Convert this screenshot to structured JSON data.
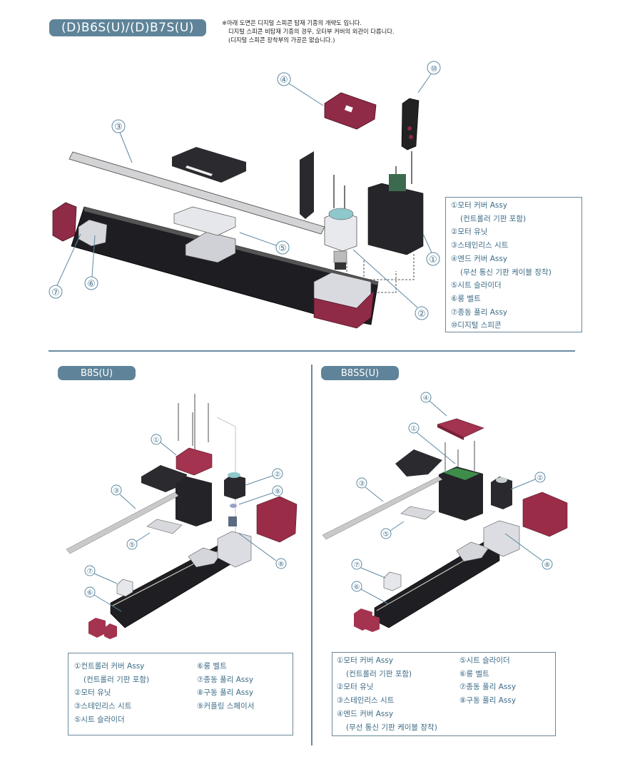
{
  "header": {
    "model_title": "(D)B6S(U)/(D)B7S(U)",
    "note_lines": [
      "※아래 도면은 디지털 스피콘 탑재 기종의 개략도 입니다.",
      "디지털 스피콘 비탑재 기종의 경우, 모터부 커버의 외관이 다릅니다.",
      "(디지털 스피콘 장착부의 가공은 없습니다.)"
    ]
  },
  "top_section": {
    "title": "(D)B6S(U)/(D)B7S(U)",
    "callouts": [
      "④",
      "⑩",
      "③",
      "⑤",
      "①",
      "②",
      "⑦",
      "⑥"
    ],
    "legend": [
      {
        "num": "①",
        "label": "모터 커버 Assy"
      },
      {
        "num": "",
        "label": "(컨트롤러 기판 포함)",
        "sub": true
      },
      {
        "num": "②",
        "label": "모터 유닛"
      },
      {
        "num": "③",
        "label": "스테인리스 시트"
      },
      {
        "num": "④",
        "label": "엔드 커버 Assy"
      },
      {
        "num": "",
        "label": "(무선 통신 기판 케이블 장착)",
        "sub": true
      },
      {
        "num": "⑤",
        "label": "시트 슬라이더"
      },
      {
        "num": "⑥",
        "label": "룽 벨트"
      },
      {
        "num": "⑦",
        "label": "종동 풀리 Assy"
      },
      {
        "num": "⑩",
        "label": "디지털 스피콘"
      }
    ]
  },
  "left_section": {
    "title": "B8S(U)",
    "callouts": [
      "①",
      "②",
      "③",
      "⑨",
      "⑤",
      "⑧",
      "⑦",
      "⑥"
    ],
    "legend_col1": [
      {
        "num": "①",
        "label": "컨트롤러 커버 Assy"
      },
      {
        "num": "",
        "label": "(컨트롤러 기판 포함)",
        "sub": true
      },
      {
        "num": "②",
        "label": "모터 유닛"
      },
      {
        "num": "③",
        "label": "스테인리스 시트"
      },
      {
        "num": "⑤",
        "label": "시트 슬라이더"
      }
    ],
    "legend_col2": [
      {
        "num": "⑥",
        "label": "룽 벨트"
      },
      {
        "num": "⑦",
        "label": "종동 풀리 Assy"
      },
      {
        "num": "⑧",
        "label": "구동 풀리 Assy"
      },
      {
        "num": "⑨",
        "label": "커플링 스페이서"
      }
    ]
  },
  "right_section": {
    "title": "B8SS(U)",
    "callouts": [
      "④",
      "①",
      "②",
      "③",
      "⑤",
      "⑧",
      "⑦",
      "⑥"
    ],
    "legend_col1": [
      {
        "num": "①",
        "label": "모터 커버 Assy"
      },
      {
        "num": "",
        "label": "(컨트롤러 기판 포함)",
        "sub": true
      },
      {
        "num": "②",
        "label": "모터 유닛"
      },
      {
        "num": "③",
        "label": "스테인리스 시트"
      },
      {
        "num": "④",
        "label": "엔드 커버 Assy"
      },
      {
        "num": "",
        "label": "(무선 통신 기판 케이블 장착)",
        "sub": true
      }
    ],
    "legend_col2": [
      {
        "num": "⑤",
        "label": "시트 슬라이더"
      },
      {
        "num": "⑥",
        "label": "룽 벨트"
      },
      {
        "num": "⑦",
        "label": "종동 풀리 Assy"
      },
      {
        "num": "⑧",
        "label": "구동 풀리 Assy"
      }
    ]
  },
  "colors": {
    "accent": "#5f8499",
    "callout": "#5d88a1",
    "part_red": "#8c2a44",
    "part_black": "#2a2a2e",
    "part_silver": "#d8dade",
    "sheet_gray": "#c9c9cb",
    "legend_text": "#3c6b86"
  }
}
